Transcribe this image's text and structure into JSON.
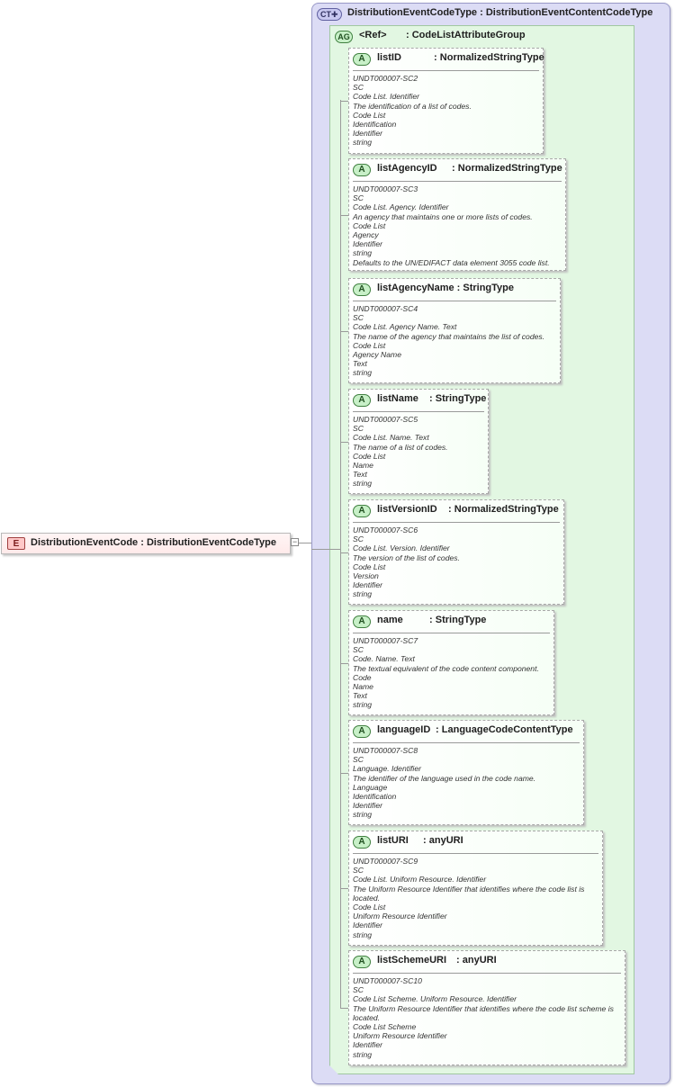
{
  "element": {
    "badge": "E",
    "name": "DistributionEventCode",
    "type": "DistributionEventCodeType"
  },
  "complex_type": {
    "badge": "CT",
    "name": "DistributionEventCodeType",
    "base": "DistributionEventContentCodeType"
  },
  "attribute_group": {
    "badge": "AG",
    "ref": "<Ref>",
    "name": "CodeListAttributeGroup"
  },
  "attributes": [
    {
      "badge": "A",
      "name": "listID",
      "type": "NormalizedStringType",
      "doc": [
        "UNDT000007-SC2",
        "SC",
        "Code List. Identifier",
        "The identification of a list of codes.",
        "Code List",
        "Identification",
        "Identifier",
        "string"
      ]
    },
    {
      "badge": "A",
      "name": "listAgencyID",
      "type": "NormalizedStringType",
      "doc": [
        "UNDT000007-SC3",
        "SC",
        "Code List. Agency. Identifier",
        "An agency that maintains one or more lists of codes.",
        "Code List",
        "Agency",
        "Identifier",
        "string",
        "Defaults to the UN/EDIFACT data element 3055 code list."
      ]
    },
    {
      "badge": "A",
      "name": "listAgencyName",
      "type": "StringType",
      "doc": [
        "UNDT000007-SC4",
        "SC",
        "Code List. Agency Name. Text",
        "The name of the agency that maintains the list of codes.",
        "Code List",
        "Agency Name",
        "Text",
        "string"
      ]
    },
    {
      "badge": "A",
      "name": "listName",
      "type": "StringType",
      "doc": [
        "UNDT000007-SC5",
        "SC",
        "Code List. Name. Text",
        "The name of a list of codes.",
        "Code List",
        "Name",
        "Text",
        "string"
      ]
    },
    {
      "badge": "A",
      "name": "listVersionID",
      "type": "NormalizedStringType",
      "doc": [
        "UNDT000007-SC6",
        "SC",
        "Code List. Version. Identifier",
        "The version of the list of codes.",
        "Code List",
        "Version",
        "Identifier",
        "string"
      ]
    },
    {
      "badge": "A",
      "name": "name",
      "type": "StringType",
      "doc": [
        "UNDT000007-SC7",
        "SC",
        "Code. Name. Text",
        "The textual equivalent of the code content component.",
        "Code",
        "Name",
        "Text",
        "string"
      ]
    },
    {
      "badge": "A",
      "name": "languageID",
      "type": "LanguageCodeContentType",
      "doc": [
        "UNDT000007-SC8",
        "SC",
        "Language. Identifier",
        "The identifier of the language used in the code name.",
        "Language",
        "Identification",
        "Identifier",
        "string"
      ]
    },
    {
      "badge": "A",
      "name": "listURI",
      "type": "anyURI",
      "doc": [
        "UNDT000007-SC9",
        "SC",
        "Code List. Uniform Resource. Identifier",
        "The Uniform Resource Identifier that identifies where the code list is located.",
        "Code List",
        "Uniform Resource Identifier",
        "Identifier",
        "string"
      ]
    },
    {
      "badge": "A",
      "name": "listSchemeURI",
      "type": "anyURI",
      "doc": [
        "UNDT000007-SC10",
        "SC",
        "Code List Scheme. Uniform Resource. Identifier",
        "The Uniform Resource Identifier that identifies where the code list scheme is located.",
        "Code List Scheme",
        "Uniform Resource Identifier",
        "Identifier",
        "string"
      ]
    }
  ]
}
